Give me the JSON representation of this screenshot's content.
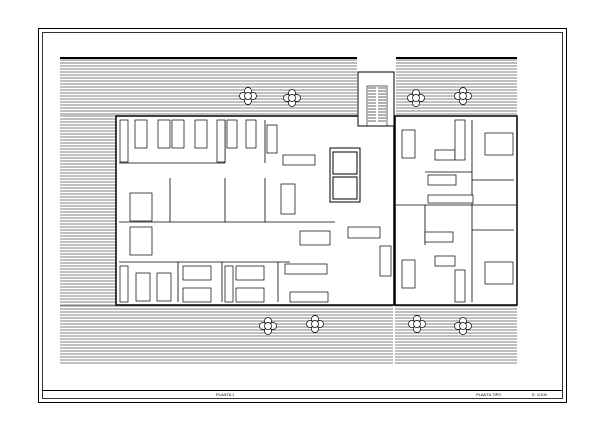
{
  "drawing": {
    "type": "architectural floor plan",
    "line_color": "#000000",
    "background": "#ffffff"
  },
  "title_block": {
    "sheet_label": "PLANTA 1",
    "plan_name": "PLANTA TIPO",
    "scale": "E: 1/100"
  }
}
